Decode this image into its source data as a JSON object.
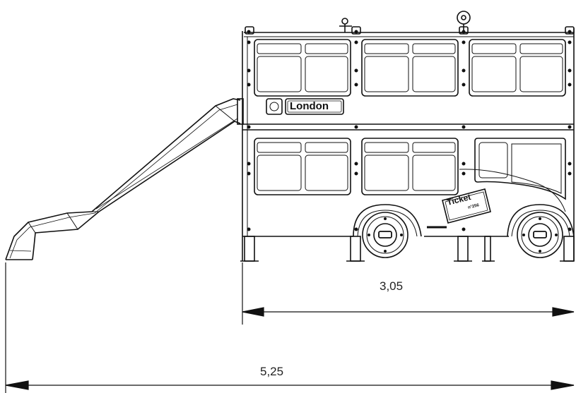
{
  "dimensions": {
    "inner_width": "3,05",
    "outer_width": "5,25"
  },
  "signs": {
    "london": "London",
    "ticket": "Ticket",
    "ticket_sub": "n°256"
  },
  "colors": {
    "line": "#111111",
    "background": "#ffffff"
  }
}
